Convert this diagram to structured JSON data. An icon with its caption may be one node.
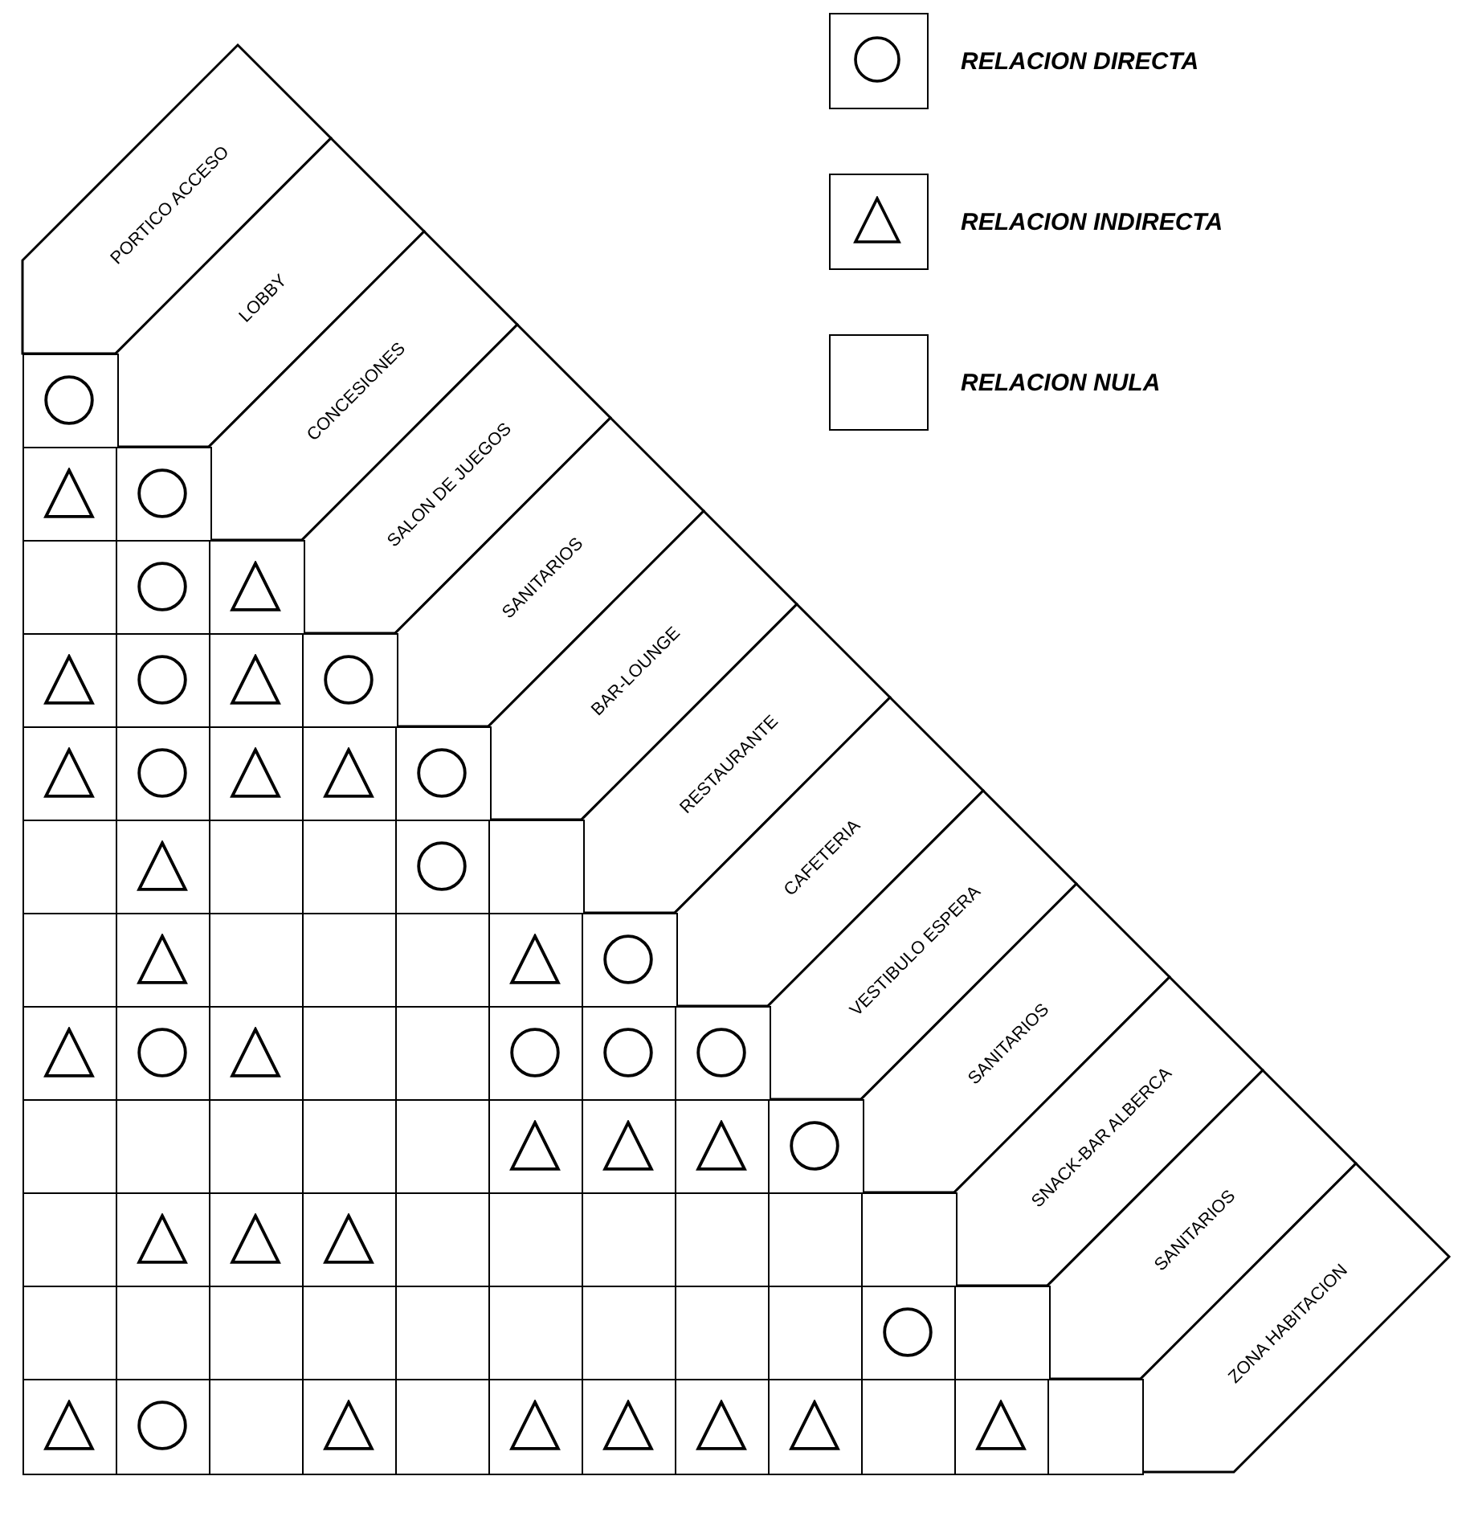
{
  "diagram": {
    "nodes": [
      {
        "text": [
          "PORTICO ACCESO"
        ]
      },
      {
        "text": [
          "LOBBY"
        ]
      },
      {
        "text": [
          "CONCESIONES"
        ]
      },
      {
        "text": [
          "SALON DE JUEGOS"
        ]
      },
      {
        "text": [
          "SANITARIOS"
        ]
      },
      {
        "text": [
          "BAR-LOUNGE"
        ]
      },
      {
        "text": [
          "RESTAURANTE"
        ]
      },
      {
        "text": [
          "CAFETERIA"
        ]
      },
      {
        "text": [
          "VESTIBULO ESPERA"
        ]
      },
      {
        "text": [
          "SANITARIOS"
        ]
      },
      {
        "text": [
          "SNACK-BAR ALBERCA"
        ]
      },
      {
        "text": [
          "SANITARIOS"
        ]
      },
      {
        "text": [
          "ZONA HABITACION"
        ]
      },
      {
        "text": [],
        "shape": "circle"
      },
      {
        "text": [],
        "shape": "triangle"
      },
      {
        "text": [],
        "shape": "circle"
      },
      {
        "text": [],
        "shape": "box"
      },
      {
        "text": [],
        "shape": "circle"
      },
      {
        "text": [],
        "shape": "triangle"
      },
      {
        "text": [],
        "shape": "triangle"
      },
      {
        "text": [],
        "shape": "circle"
      },
      {
        "text": [],
        "shape": "triangle"
      },
      {
        "text": [],
        "shape": "circle"
      },
      {
        "text": [],
        "shape": "triangle"
      },
      {
        "text": [],
        "shape": "circle"
      },
      {
        "text": [],
        "shape": "triangle"
      },
      {
        "text": [],
        "shape": "triangle"
      },
      {
        "text": [],
        "shape": "circle"
      },
      {
        "text": [],
        "shape": "box"
      },
      {
        "text": [],
        "shape": "triangle"
      },
      {
        "text": [],
        "shape": "box"
      },
      {
        "text": [],
        "shape": "box"
      },
      {
        "text": [],
        "shape": "circle"
      },
      {
        "text": [],
        "shape": "box"
      },
      {
        "text": [],
        "shape": "box"
      },
      {
        "text": [],
        "shape": "triangle"
      },
      {
        "text": [],
        "shape": "box"
      },
      {
        "text": [],
        "shape": "box"
      },
      {
        "text": [],
        "shape": "box"
      },
      {
        "text": [],
        "shape": "triangle"
      },
      {
        "text": [],
        "shape": "circle"
      },
      {
        "text": [],
        "shape": "triangle"
      },
      {
        "text": [],
        "shape": "circle"
      },
      {
        "text": [],
        "shape": "triangle"
      },
      {
        "text": [],
        "shape": "box"
      },
      {
        "text": [],
        "shape": "box"
      },
      {
        "text": [],
        "shape": "circle"
      },
      {
        "text": [],
        "shape": "circle"
      },
      {
        "text": [],
        "shape": "circle"
      },
      {
        "text": [],
        "shape": "box"
      },
      {
        "text": [],
        "shape": "box"
      },
      {
        "text": [],
        "shape": "box"
      },
      {
        "text": [],
        "shape": "box"
      },
      {
        "text": [],
        "shape": "box"
      },
      {
        "text": [],
        "shape": "triangle"
      },
      {
        "text": [],
        "shape": "triangle"
      },
      {
        "text": [],
        "shape": "triangle"
      },
      {
        "text": [],
        "shape": "circle"
      },
      {
        "text": [],
        "shape": "box"
      },
      {
        "text": [],
        "shape": "triangle"
      },
      {
        "text": [],
        "shape": "triangle"
      },
      {
        "text": [],
        "shape": "triangle"
      },
      {
        "text": [],
        "shape": "box"
      },
      {
        "text": [],
        "shape": "box"
      },
      {
        "text": [],
        "shape": "box"
      },
      {
        "text": [],
        "shape": "box"
      },
      {
        "text": [],
        "shape": "box"
      },
      {
        "text": [],
        "shape": "box"
      },
      {
        "text": [],
        "shape": "box"
      },
      {
        "text": [],
        "shape": "box"
      },
      {
        "text": [],
        "shape": "box"
      },
      {
        "text": [],
        "shape": "box"
      },
      {
        "text": [],
        "shape": "box"
      },
      {
        "text": [],
        "shape": "box"
      },
      {
        "text": [],
        "shape": "box"
      },
      {
        "text": [],
        "shape": "box"
      },
      {
        "text": [],
        "shape": "box"
      },
      {
        "text": [],
        "shape": "circle"
      },
      {
        "text": [],
        "shape": "box"
      },
      {
        "text": [],
        "shape": "triangle"
      },
      {
        "text": [],
        "shape": "circle"
      },
      {
        "text": [],
        "shape": "box"
      },
      {
        "text": [],
        "shape": "triangle"
      },
      {
        "text": [],
        "shape": "box"
      },
      {
        "text": [],
        "shape": "triangle"
      },
      {
        "text": [],
        "shape": "triangle"
      },
      {
        "text": [],
        "shape": "triangle"
      },
      {
        "text": [],
        "shape": "triangle"
      },
      {
        "text": [],
        "shape": "box"
      },
      {
        "text": [],
        "shape": "triangle"
      },
      {
        "text": [],
        "shape": "box"
      }
    ],
    "legend": [
      {
        "text": "RELACION DIRECTA"
      },
      {
        "text": "RELACION INDIRECTA"
      },
      {
        "text": "RELACION NULA"
      }
    ]
  }
}
